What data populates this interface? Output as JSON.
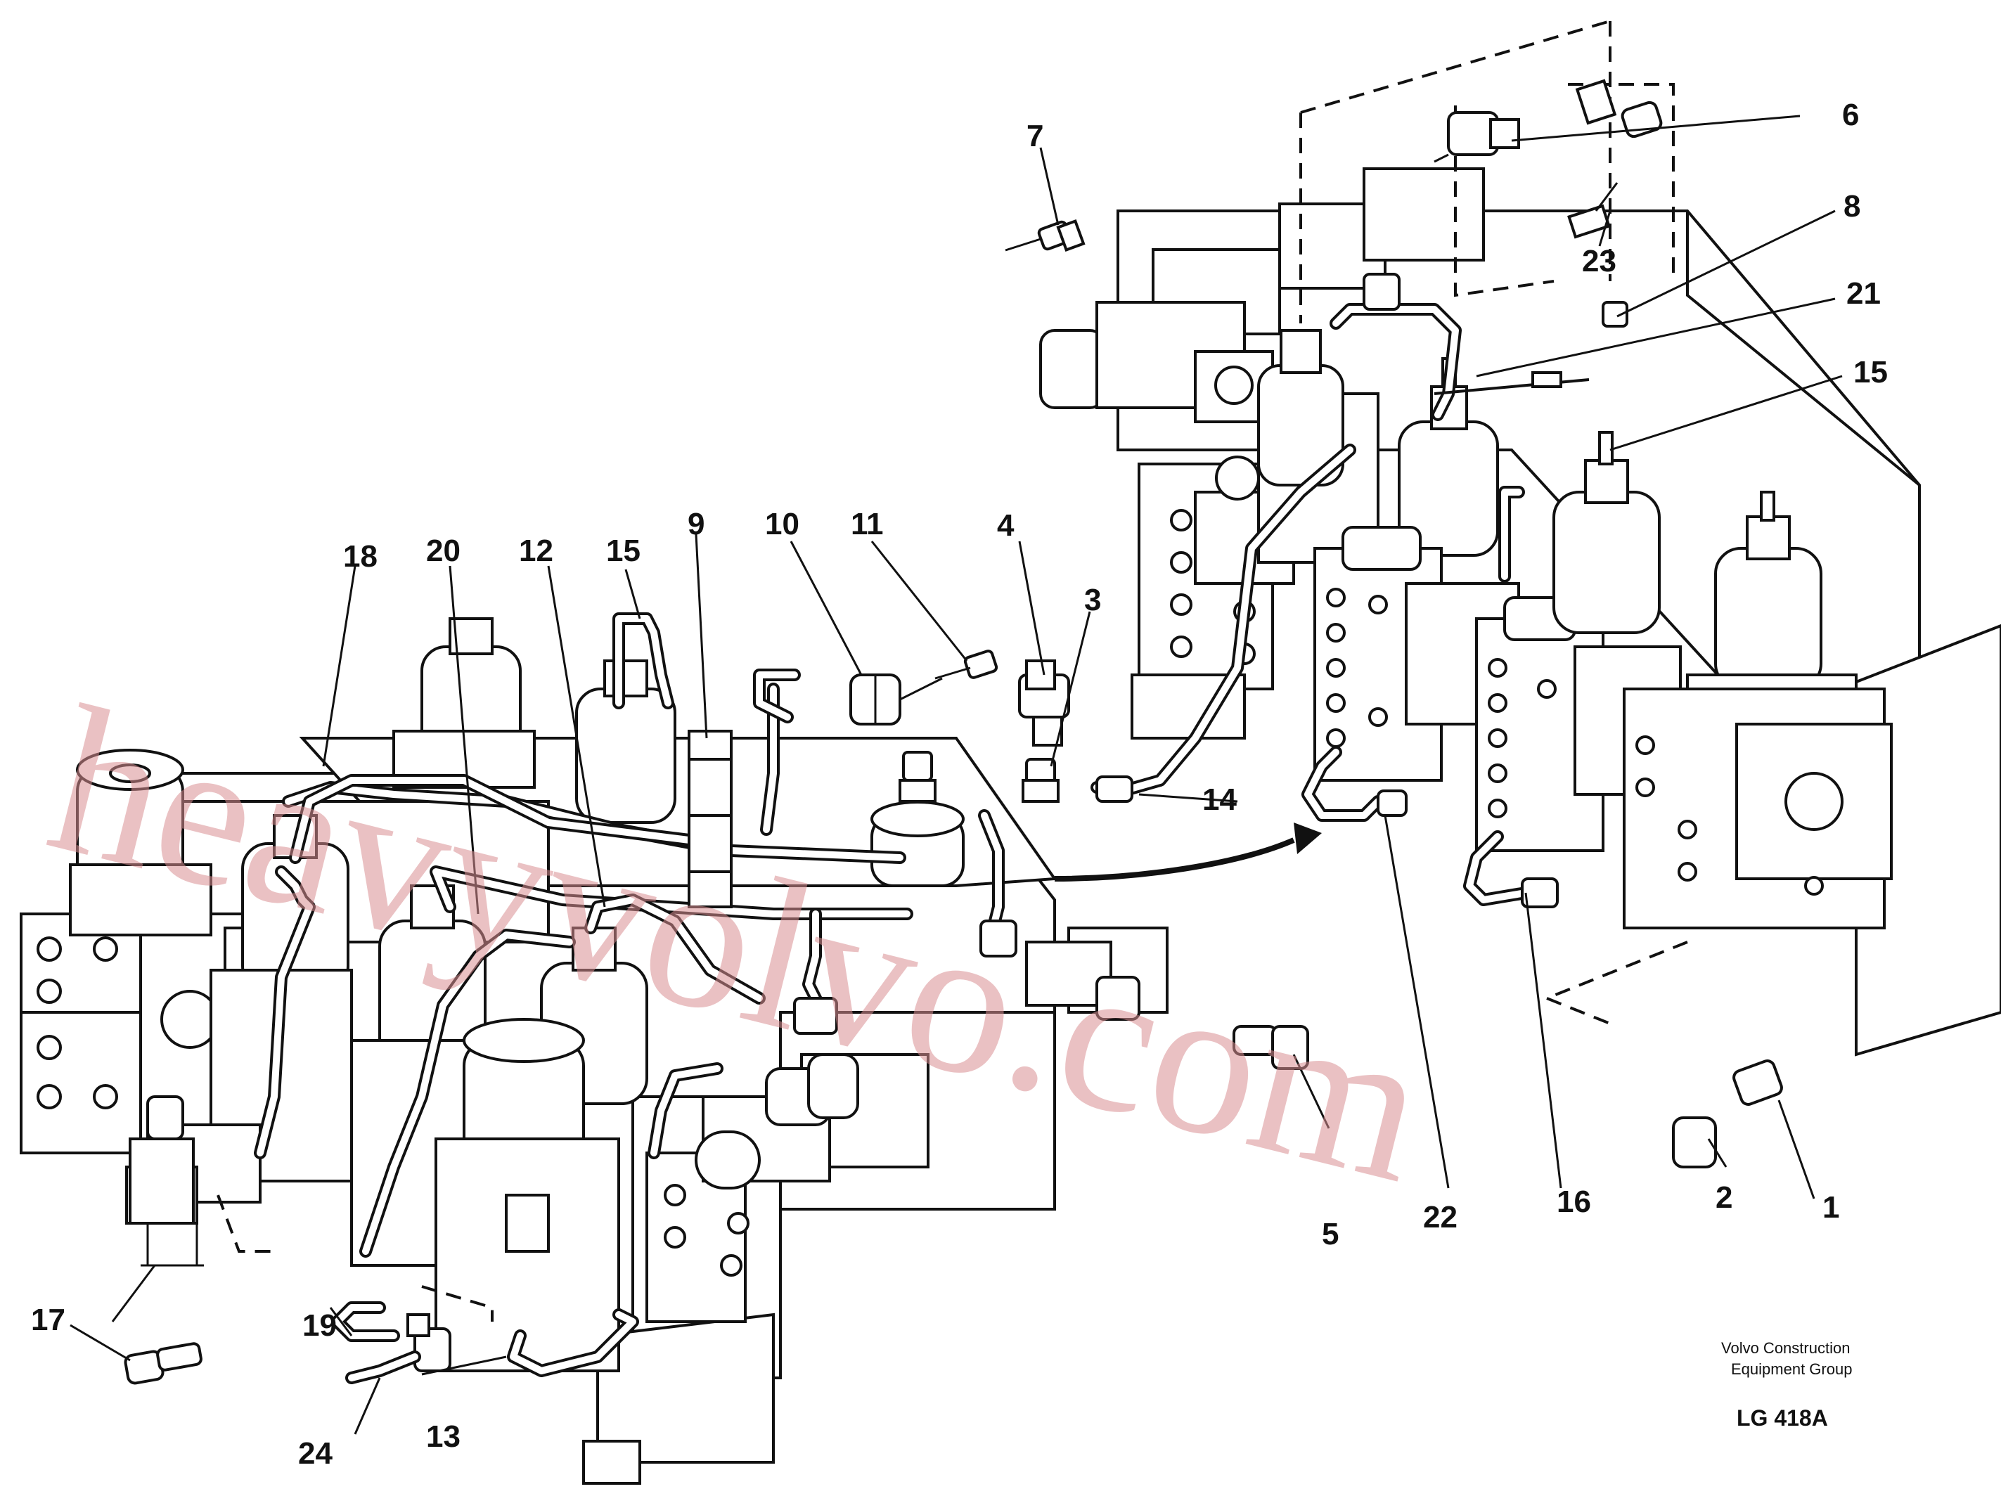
{
  "watermark": "heavyvolvo.com",
  "maker_line1": "Volvo Construction",
  "maker_line2": "Equipment Group",
  "drawing_code": "LG 418A",
  "callouts": [
    "1",
    "2",
    "3",
    "4",
    "5",
    "6",
    "7",
    "8",
    "9",
    "10",
    "11",
    "12",
    "13",
    "14",
    "15",
    "15",
    "16",
    "17",
    "18",
    "19",
    "20",
    "21",
    "22",
    "23",
    "24"
  ]
}
